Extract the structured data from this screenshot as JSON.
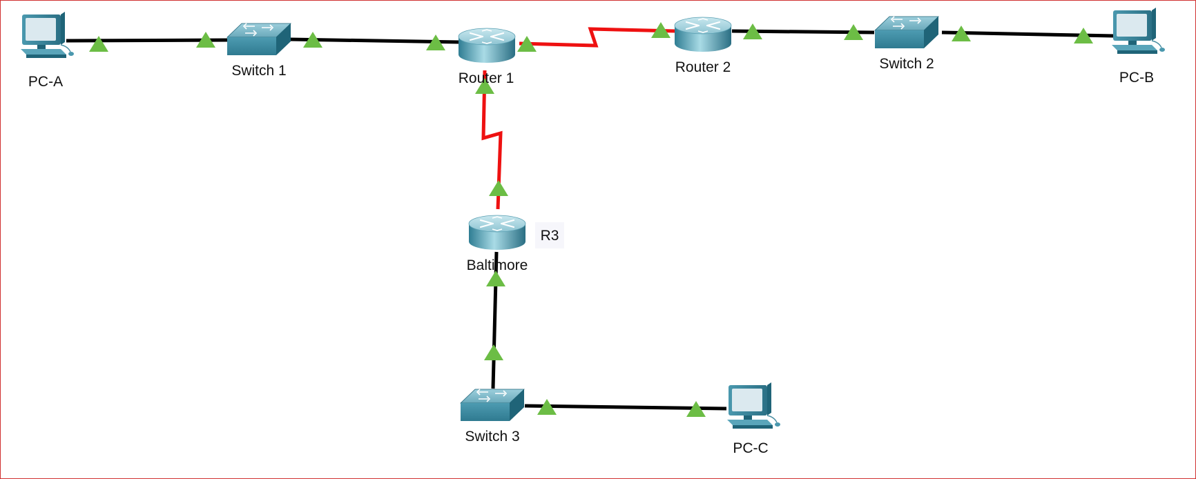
{
  "topology": {
    "devices": [
      {
        "id": "pc-a",
        "type": "pc",
        "label": "PC-A"
      },
      {
        "id": "switch-1",
        "type": "switch",
        "label": "Switch 1"
      },
      {
        "id": "router-1",
        "type": "router",
        "label": "Router 1"
      },
      {
        "id": "router-2",
        "type": "router",
        "label": "Router 2"
      },
      {
        "id": "switch-2",
        "type": "switch",
        "label": "Switch 2"
      },
      {
        "id": "pc-b",
        "type": "pc",
        "label": "PC-B"
      },
      {
        "id": "baltimore",
        "type": "router",
        "label": "Baltimore"
      },
      {
        "id": "switch-3",
        "type": "switch",
        "label": "Switch 3"
      },
      {
        "id": "pc-c",
        "type": "pc",
        "label": "PC-C"
      }
    ],
    "note": {
      "text": "R3"
    },
    "links": [
      {
        "id": "pca-sw1",
        "from": "pc-a",
        "to": "switch-1",
        "medium": "ethernet"
      },
      {
        "id": "sw1-r1",
        "from": "switch-1",
        "to": "router-1",
        "medium": "ethernet"
      },
      {
        "id": "r1-r2",
        "from": "router-1",
        "to": "router-2",
        "medium": "serial"
      },
      {
        "id": "r2-sw2",
        "from": "router-2",
        "to": "switch-2",
        "medium": "ethernet"
      },
      {
        "id": "sw2-pcb",
        "from": "switch-2",
        "to": "pc-b",
        "medium": "ethernet"
      },
      {
        "id": "r1-balt",
        "from": "router-1",
        "to": "baltimore",
        "medium": "serial"
      },
      {
        "id": "balt-sw3",
        "from": "baltimore",
        "to": "switch-3",
        "medium": "ethernet"
      },
      {
        "id": "sw3-pcc",
        "from": "switch-3",
        "to": "pc-c",
        "medium": "ethernet"
      }
    ],
    "colors": {
      "ethernet": "#000000",
      "serial": "#ee1111",
      "link_up": "#6cbd45",
      "device_teal": "#3f8fa6",
      "device_teal_dark": "#1f6478",
      "screen": "#dbe9ef",
      "border": "#d03030"
    }
  }
}
